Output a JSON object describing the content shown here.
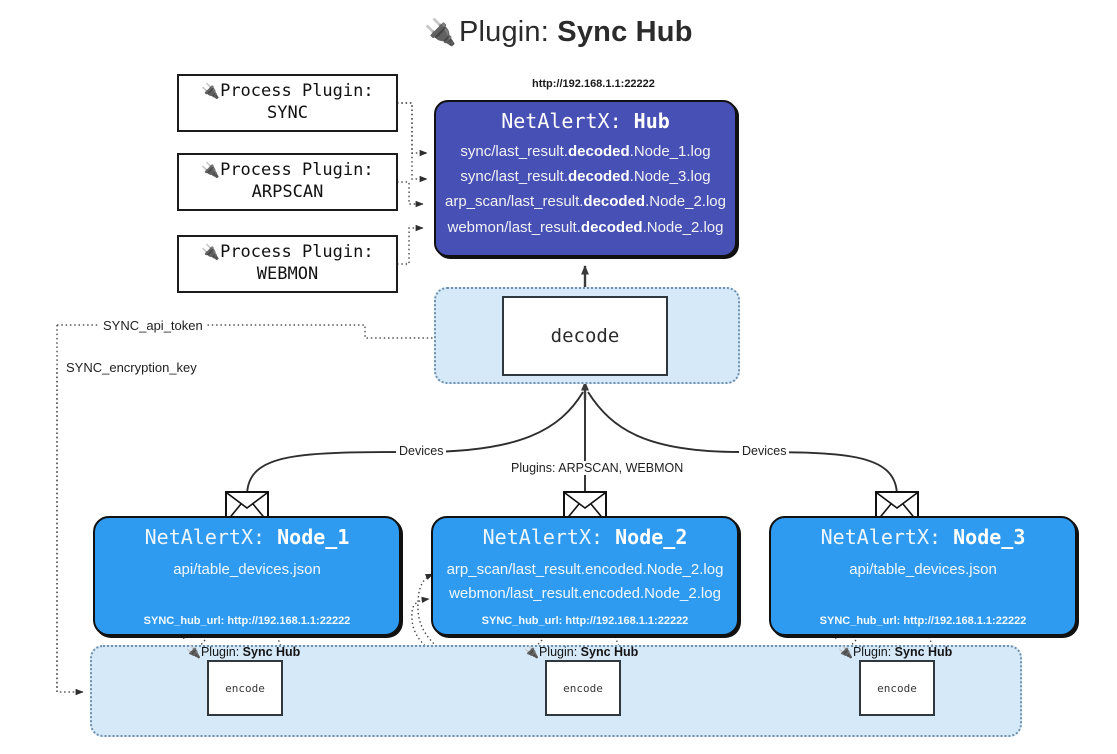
{
  "title": {
    "icon": "plug-icon",
    "prefix": "Plugin:",
    "name": "Sync Hub"
  },
  "process_plugins": [
    {
      "icon": "plug-icon",
      "line1": "Process Plugin:",
      "line2": "SYNC"
    },
    {
      "icon": "plug-icon",
      "line1": "Process Plugin:",
      "line2": "ARPSCAN"
    },
    {
      "icon": "plug-icon",
      "line1": "Process Plugin:",
      "line2": "WEBMON"
    }
  ],
  "hub": {
    "url": "http://192.168.1.1:22222",
    "title_prefix": "NetAlertX:",
    "title_name": "Hub",
    "logs": [
      {
        "pre": "sync/last_result.",
        "strong": "decoded",
        "post": ".Node_1.log"
      },
      {
        "pre": "sync/last_result.",
        "strong": "decoded",
        "post": ".Node_3.log"
      },
      {
        "pre": "arp_scan/last_result.",
        "strong": "decoded",
        "post": ".Node_2.log"
      },
      {
        "pre": "webmon/last_result.",
        "strong": "decoded",
        "post": ".Node_2.log"
      }
    ]
  },
  "decode": {
    "label": "decode"
  },
  "config_labels": {
    "api_token": "SYNC_api_token",
    "encryption_key": "SYNC_encryption_key"
  },
  "edge_labels": {
    "devices_left": "Devices",
    "devices_right": "Devices",
    "plugins_middle": "Plugins: ARPSCAN, WEBMON"
  },
  "nodes": [
    {
      "icon": "envelope-icon",
      "title_prefix": "NetAlertX:",
      "title_name": "Node_1",
      "lines": [
        {
          "pre": "api/table_devices.json",
          "strong": "",
          "post": ""
        }
      ],
      "footer": "SYNC_hub_url: http://192.168.1.1:22222"
    },
    {
      "icon": "envelope-icon",
      "title_prefix": "NetAlertX:",
      "title_name": "Node_2",
      "lines": [
        {
          "pre": "arp_scan/last_result.encoded.Node_2.log",
          "strong": "",
          "post": ""
        },
        {
          "pre": "webmon/last_result.encoded.Node_2.log",
          "strong": "",
          "post": ""
        }
      ],
      "footer": "SYNC_hub_url: http://192.168.1.1:22222"
    },
    {
      "icon": "envelope-icon",
      "title_prefix": "NetAlertX:",
      "title_name": "Node_3",
      "lines": [
        {
          "pre": "api/table_devices.json",
          "strong": "",
          "post": ""
        }
      ],
      "footer": "SYNC_hub_url: http://192.168.1.1:22222"
    }
  ],
  "plugin_instances": [
    {
      "icon": "plug-icon",
      "prefix": "Plugin:",
      "name": "Sync Hub",
      "box_label": "encode"
    },
    {
      "icon": "plug-icon",
      "prefix": "Plugin:",
      "name": "Sync Hub",
      "box_label": "encode"
    },
    {
      "icon": "plug-icon",
      "prefix": "Plugin:",
      "name": "Sync Hub",
      "box_label": "encode"
    }
  ],
  "colors": {
    "hub_fill": "#4750b4",
    "node_fill": "#2f9bf0",
    "container_fill": "#d6e9f9",
    "container_border": "#6f91ae",
    "stroke": "#111111",
    "page_bg": "#ffffff"
  }
}
